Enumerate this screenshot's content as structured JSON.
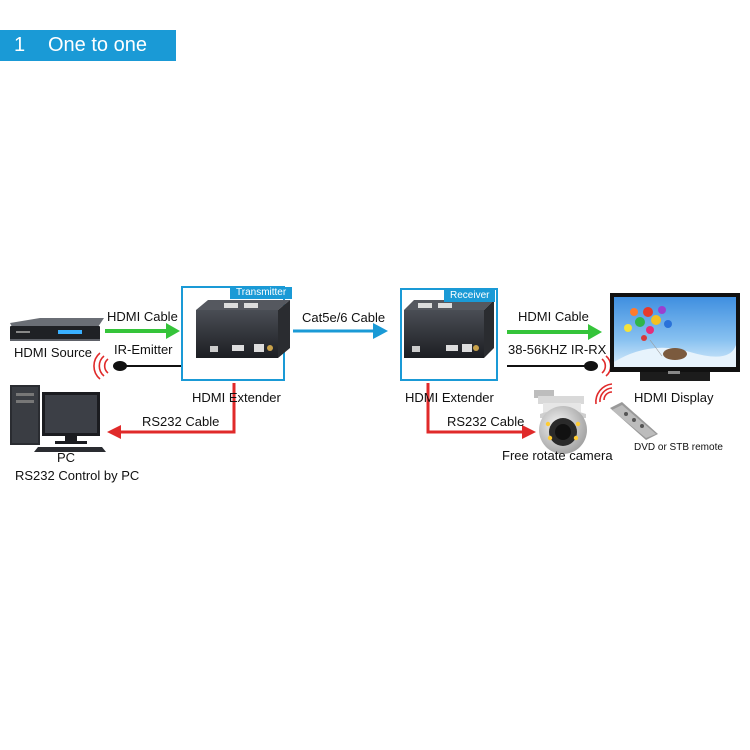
{
  "section": {
    "number": "1",
    "title": "One to one"
  },
  "labels": {
    "hdmi_source": "HDMI Source",
    "hdmi_cable_left": "HDMI Cable",
    "ir_emitter": "IR-Emitter",
    "transmitter": "Transmitter",
    "extender_left": "HDMI Extender",
    "cat_cable": "Cat5e/6 Cable",
    "receiver": "Receiver",
    "extender_right": "HDMI Extender",
    "hdmi_cable_right": "HDMI Cable",
    "ir_rx": "38-56KHZ IR-RX",
    "hdmi_display": "HDMI Display",
    "rs232_left": "RS232 Cable",
    "pc": "PC",
    "rs232_control": "RS232 Control by PC",
    "rs232_right": "RS232 Cable",
    "camera": "Free rotate camera",
    "remote": "DVD or STB remote"
  },
  "colors": {
    "accent": "#1a9ad6",
    "hdmi_arrow": "#35c43a",
    "rs232_arrow": "#e02a2a",
    "cat_arrow": "#1a9ad6"
  }
}
